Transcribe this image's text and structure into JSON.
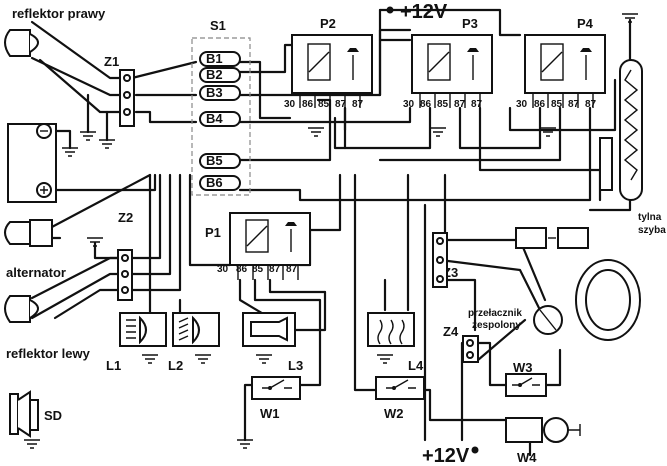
{
  "labels": {
    "headlight_right": "reflektor prawy",
    "headlight_left": "reflektor lewy",
    "alternator": "alternator",
    "rear_window_1": "tylna",
    "rear_window_2": "szyba",
    "combo_switch_1": "przełacznik",
    "combo_switch_2": "zespolony",
    "supply_top": "+12V",
    "supply_bottom": "+12V",
    "speaker": "SD"
  },
  "fuse_box": {
    "name": "S1",
    "fuses": [
      "B1",
      "B2",
      "B3",
      "B4",
      "B5",
      "B6"
    ]
  },
  "relays": {
    "p1": "P1",
    "p2": "P2",
    "p3": "P3",
    "p4": "P4",
    "pins": [
      "30",
      "86",
      "85",
      "87",
      "87"
    ]
  },
  "junctions": {
    "z1": "Z1",
    "z2": "Z2",
    "z3": "Z3",
    "z4": "Z4"
  },
  "lamps": {
    "l1": "L1",
    "l2": "L2",
    "l3": "L3",
    "l4": "L4"
  },
  "switches": {
    "w1": "W1",
    "w2": "W2",
    "w3": "W3",
    "w4": "W4"
  }
}
